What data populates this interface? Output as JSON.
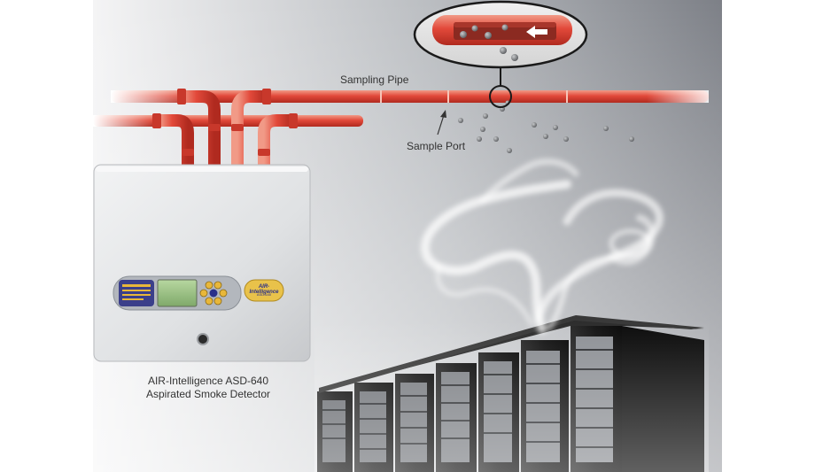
{
  "labels": {
    "sampling_pipe": "Sampling Pipe",
    "sample_port": "Sample Port",
    "device_name": "AIR-Intelligence ASD-640",
    "device_type": "Aspirated Smoke Detector"
  },
  "device_panel": {
    "brand": "AIR-Intelligence",
    "model": "ASD-640"
  },
  "colors": {
    "pipe": "#e2493a",
    "background_left": "#ffffff",
    "background_right": "#7d8087",
    "rack": "#161616",
    "detector_body": "#e6e8ea"
  },
  "icons": {
    "airflow": "arrow-left-icon"
  }
}
